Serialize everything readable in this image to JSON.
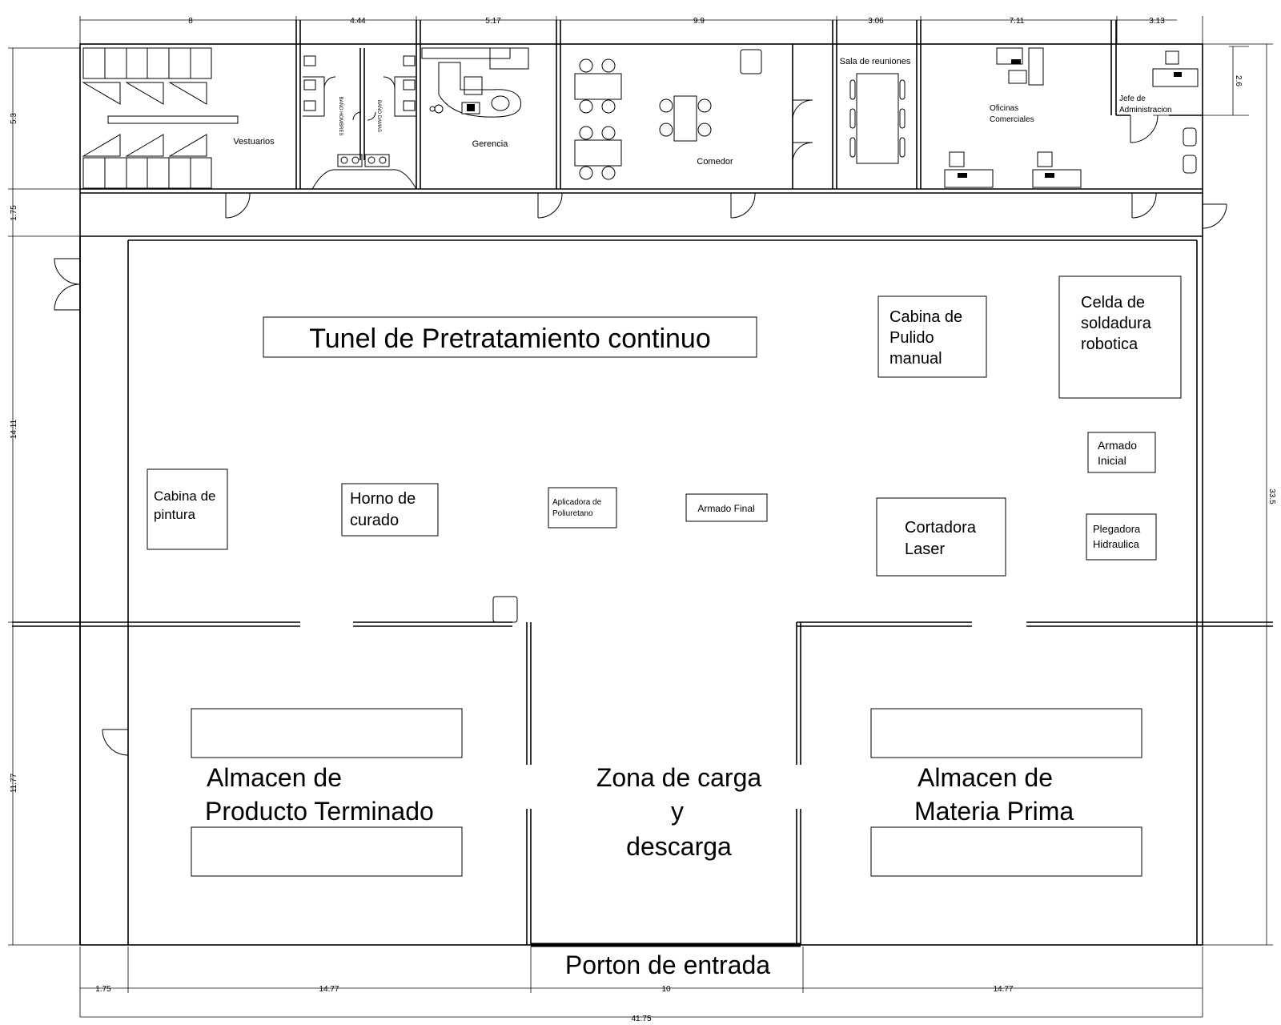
{
  "dimensions_top": [
    "8",
    "4.44",
    "5.17",
    "9.9",
    "3.06",
    "7.11",
    "3.13"
  ],
  "dimensions_bottom": [
    "1.75",
    "14.77",
    "10",
    "14.77"
  ],
  "dimension_total_width": "41.75",
  "dimensions_left": [
    "5.3",
    "1.75",
    "14.11",
    "11.77"
  ],
  "dimension_total_height": "33.5",
  "dimension_jefe": "2.6",
  "rooms": {
    "vestuarios": "Vestuarios",
    "bano_hombres": "BAÑO HOMBRES",
    "bano_damas": "BAÑO DAMAS",
    "gerencia": "Gerencia",
    "comedor": "Comedor",
    "sala_reuniones": "Sala de reuniones",
    "oficinas_l1": "Oficinas",
    "oficinas_l2": "Comerciales",
    "jefe_l1": "Jefe de",
    "jefe_l2": "Administracion"
  },
  "stations": {
    "tunel": "Tunel de Pretratamiento continuo",
    "pulido_l1": "Cabina de",
    "pulido_l2": "Pulido",
    "pulido_l3": "manual",
    "soldadura_l1": "Celda de",
    "soldadura_l2": "soldadura",
    "soldadura_l3": "robotica",
    "armado_inicial_l1": "Armado",
    "armado_inicial_l2": "Inicial",
    "pintura_l1": "Cabina de",
    "pintura_l2": "pintura",
    "horno_l1": "Horno de",
    "horno_l2": "curado",
    "aplicadora_l1": "Aplicadora de",
    "aplicadora_l2": "Poliuretano",
    "armado_final": "Armado Final",
    "cortadora_l1": "Cortadora",
    "cortadora_l2": "Laser",
    "plegadora_l1": "Plegadora",
    "plegadora_l2": "Hidraulica"
  },
  "zones": {
    "pt_l1": "Almacen de",
    "pt_l2": "Producto Terminado",
    "carga_l1": "Zona de carga",
    "carga_l2": "y",
    "carga_l3": "descarga",
    "mp_l1": "Almacen de",
    "mp_l2": "Materia Prima",
    "porton": "Porton de entrada"
  }
}
